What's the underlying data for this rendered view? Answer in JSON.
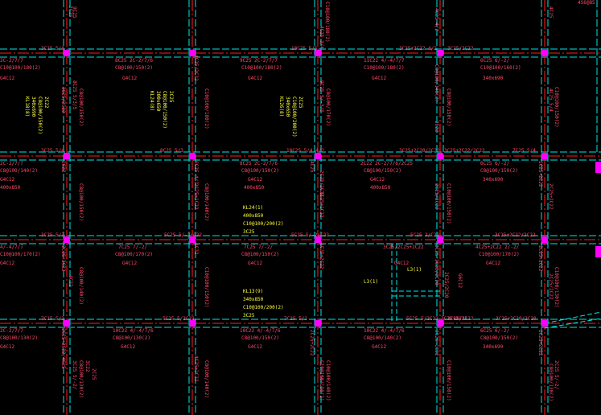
{
  "colors": {
    "background": "#000000",
    "grid_red": "#ff1e1e",
    "grid_cyan": "#00e6e6",
    "beam_green": "#3cc83c",
    "column_magenta": "#ff00ff",
    "annotation_red": "#ff4a6a",
    "annotation_yellow": "#ffff3c"
  },
  "labels": {
    "top_right": "4S6@85",
    "r1": [
      "3C25 5/4",
      "8C25 2C-2/7/6",
      "C8@100/150(2)",
      "G4C12",
      "9C25 2C-2/7/7",
      "C10@100/180(2)",
      "G4C12",
      "10C25 5/5",
      "11C22 4/-4/7/7",
      "C10@100/180(2)",
      "G4C12",
      "3C25+2C22 4/2",
      "3C25/2C22",
      "6C25 6/-2/",
      "C10@100/160(2)",
      "340x690"
    ],
    "r2": [
      "3C25 5/4",
      "8C25 5/3",
      "8C25 2C-2/7/6",
      "C8@100/150(2)",
      "G4C12",
      "400x850",
      "10C25 5/4 4/2",
      "2C22 2C-2/7/6/2C25",
      "C8@100/150(2)",
      "G4C12",
      "400x850",
      "3C25+2C20/2C22",
      "3C25+2C22/2C22",
      "7C25 5/4",
      "6C25 6/-2/",
      "C8@100/150(2)",
      "340x690"
    ],
    "r3": [
      "3C25 5/3",
      "7C25 7/-2/",
      "C8@100/170(2)",
      "G4C12",
      "5C25 5/-2/C22",
      "7C25 7/-2/",
      "C8@100/150(2)",
      "G4C12",
      "5C25 5/-2/C22",
      "3C25/2C25+2C22",
      "G4C12",
      "L3(1)",
      "L3(1)",
      "5C25 2/C22",
      "3C25+2C22/2C22",
      "4C25+2C22 2/-2/",
      "C10@100/170(2)",
      "G4C12"
    ],
    "r4": [
      "7C25 5/2",
      "10C22 4/-4/7/6",
      "C8@100/130(2)",
      "G4C12",
      "5C25 5/2C22",
      "10C22 4/-4/7/6",
      "C8@100/150(2)",
      "G4C12",
      "7C25 5/2",
      "10C22 4/-4/7/6",
      "C8@100/140(2)",
      "G4C12",
      "5C25 5/2C22",
      "3C25+2C22",
      "3C25/2C22",
      "6C25 6/-2/",
      "C8@100/150(2)",
      "340x690",
      "3C25+2C20/2C20"
    ],
    "left": [
      "2C-2/7/7",
      "C10@100/180(2)",
      "G4C12",
      "2C-2/7/7",
      "C8@100/140(2)",
      "G4C12",
      "400x850",
      "4/-4/7/7",
      "C10@100/170(2)",
      "G4C12",
      "2C-2/7/7",
      "C8@100/130(2)",
      "G4C12"
    ],
    "beam_yellow": [
      [
        "KL18(8)",
        "340x690",
        "C8@100/150(2)",
        "2C22"
      ],
      [
        "KL24(8)",
        "300x650",
        "C8@100/150(2)",
        "2C25"
      ],
      [
        "KL26(8)",
        "340x650",
        "C10@100/200(2)",
        "2C25"
      ],
      [
        "KL24(1)",
        "400x850",
        "C10@100/200(2)",
        "3C25"
      ],
      [
        "KL13(9)",
        "340x850",
        "C10@100/200(2)",
        "3C25"
      ]
    ],
    "vertical": [
      "3C25",
      "8C25 5/3/5",
      "C8@100/150(2)",
      "4C25/2C22",
      "C10@100/180(2)",
      "4C25 3/4",
      "C10@100/180(2)",
      "9C25 5/-3/5",
      "C8@100/170(2)",
      "4C25 4/2",
      "C8@100/150(2)",
      "C10@100/150(2)",
      "4C25 5/4",
      "9C25",
      "C8@100/150(2)",
      "2C22",
      "C8@100/140(2)",
      "6C25 4/2",
      "2C25+1C22",
      "2C25/2C22",
      "2C25+1C22",
      "4C25",
      "2C22",
      "2C25/2C22",
      "C10@100/150(2)",
      "2C25+2C22",
      "4C22",
      "C8@100/140(2)",
      "2C25+2C22",
      "C10@100/150(2)",
      "2C22",
      "G6C12",
      "2C25/2C20",
      "2C25+2C20/2C20",
      "2C25+2C22",
      "3C25 5/-2/",
      "C8@100/130(2)",
      "3C22",
      "2C25",
      "2C25+2C22/4C25",
      "C8@100/140(2)",
      "4C25+2C22",
      "C10@100/150(2)",
      "2C25+2C22",
      "2C25/2C22",
      "C10@100/140(2)",
      "2C25+1C22",
      "C10@100/150(2)",
      "2C25 5/-2/",
      "C8@100/130(2)",
      "2C25+2C22",
      "C8@100/140(2)",
      "4C25",
      "2C25/2C22",
      "C10@100/130(2)",
      "2C25+2C22",
      "2C25+2C22"
    ]
  }
}
